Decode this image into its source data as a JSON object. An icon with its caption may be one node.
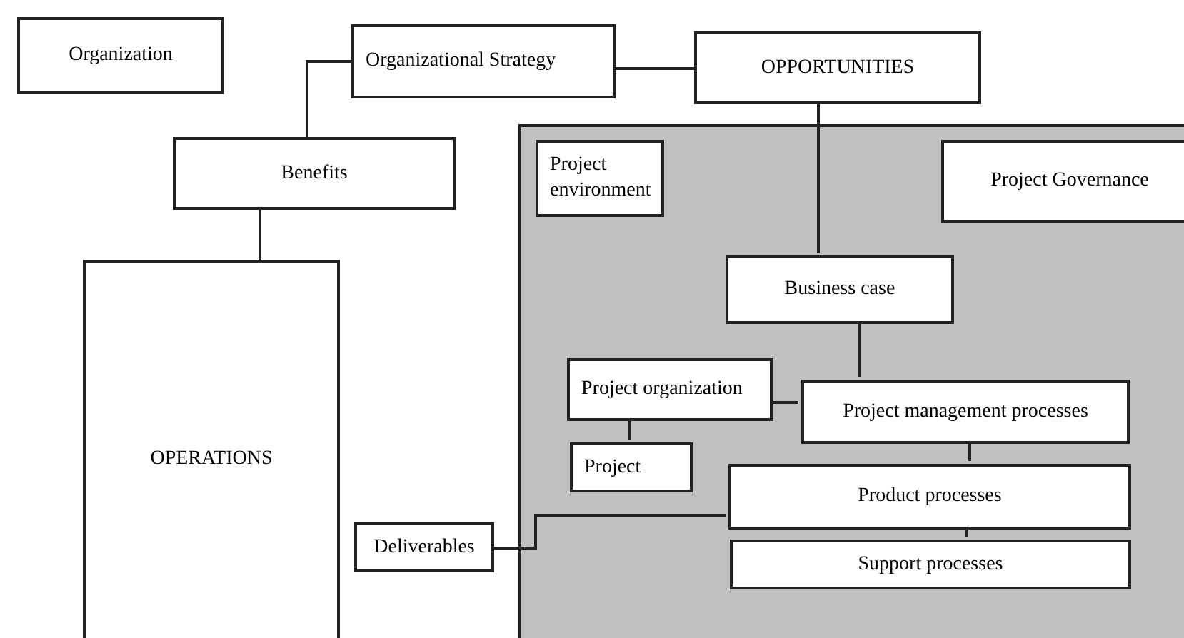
{
  "diagram": {
    "nodes": [
      {
        "text": [
          "Organization"
        ]
      },
      {
        "text": [
          "Organizational Strategy"
        ]
      },
      {
        "text": [
          "OPPORTUNITIES"
        ]
      },
      {
        "text": [
          "Benefits"
        ]
      },
      {
        "text": [
          "OPERATIONS"
        ]
      },
      {
        "text": [],
        "shape": "box"
      },
      {
        "text": [
          "Project environment"
        ],
        "in": 5
      },
      {
        "text": [
          "Project Governance"
        ],
        "in": 5
      },
      {
        "text": [
          "Business case"
        ],
        "in": 5
      },
      {
        "text": [
          "Project organization"
        ],
        "in": 5
      },
      {
        "text": [
          "Project management processes"
        ],
        "in": 5
      },
      {
        "text": [
          "Project"
        ],
        "in": 5
      },
      {
        "text": [
          "Product processes"
        ],
        "in": 5
      },
      {
        "text": [
          "Support processes"
        ],
        "in": 5
      },
      {
        "text": [
          "Deliverables"
        ]
      }
    ],
    "edges": [
      {
        "from": 1,
        "to": 3,
        "arrow": "none"
      },
      {
        "from": 1,
        "to": 2,
        "arrow": "none"
      },
      {
        "from": 3,
        "to": 4,
        "arrow": "none"
      },
      {
        "from": 2,
        "to": 8,
        "arrow": "none"
      },
      {
        "from": 8,
        "to": 10,
        "arrow": "none"
      },
      {
        "from": 9,
        "to": 10,
        "arrow": "none"
      },
      {
        "from": 9,
        "to": 11,
        "arrow": "none"
      },
      {
        "from": 10,
        "to": 12,
        "arrow": "none"
      },
      {
        "from": 12,
        "to": 13,
        "arrow": "none"
      },
      {
        "from": 14,
        "to": 12,
        "arrow": "none"
      }
    ]
  }
}
